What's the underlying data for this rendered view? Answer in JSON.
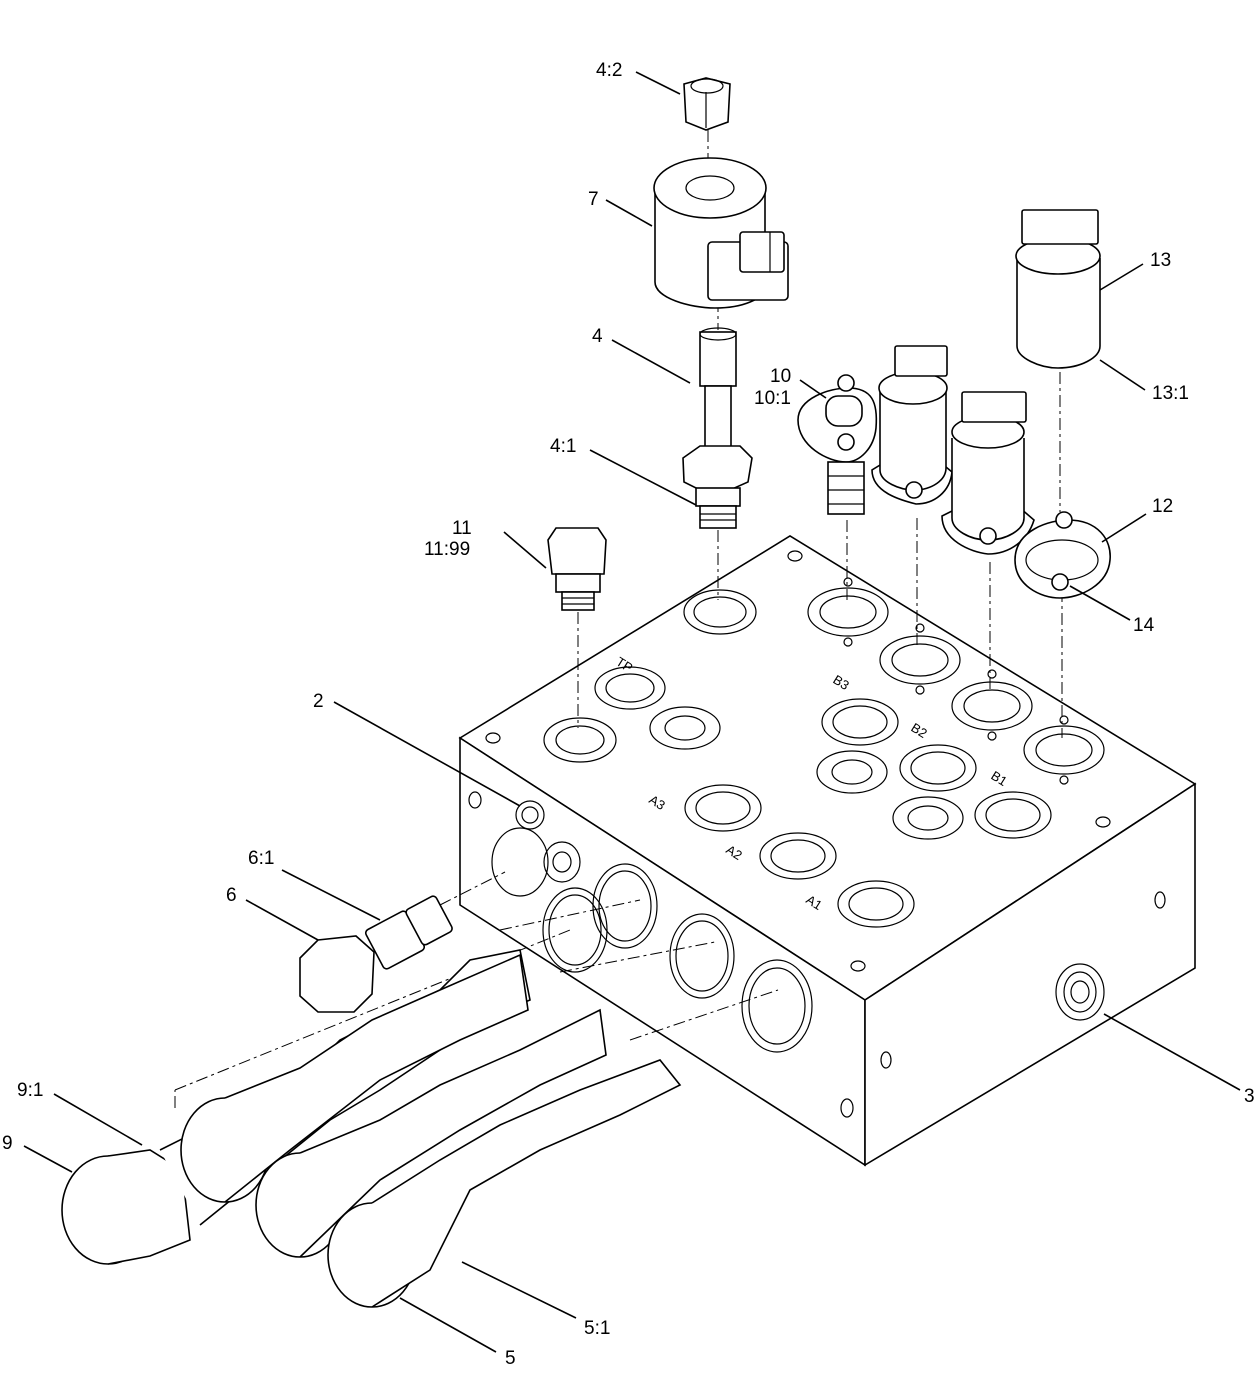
{
  "callouts": {
    "c4_2": "4:2",
    "c7": "7",
    "c4": "4",
    "c10": "10",
    "c10_1": "10:1",
    "c4_1": "4:1",
    "c11": "11",
    "c11_99": "11:99",
    "c13": "13",
    "c13_1": "13:1",
    "c12": "12",
    "c14": "14",
    "c2": "2",
    "c6_1": "6:1",
    "c6": "6",
    "c3": "3",
    "c9_1": "9:1",
    "c9": "9",
    "c5_1": "5:1",
    "c5": "5"
  },
  "port_labels": {
    "tp": "TP",
    "b3": "B3",
    "b2": "B2",
    "b1": "B1",
    "a3": "A3",
    "a2": "A2",
    "a1": "A1"
  }
}
